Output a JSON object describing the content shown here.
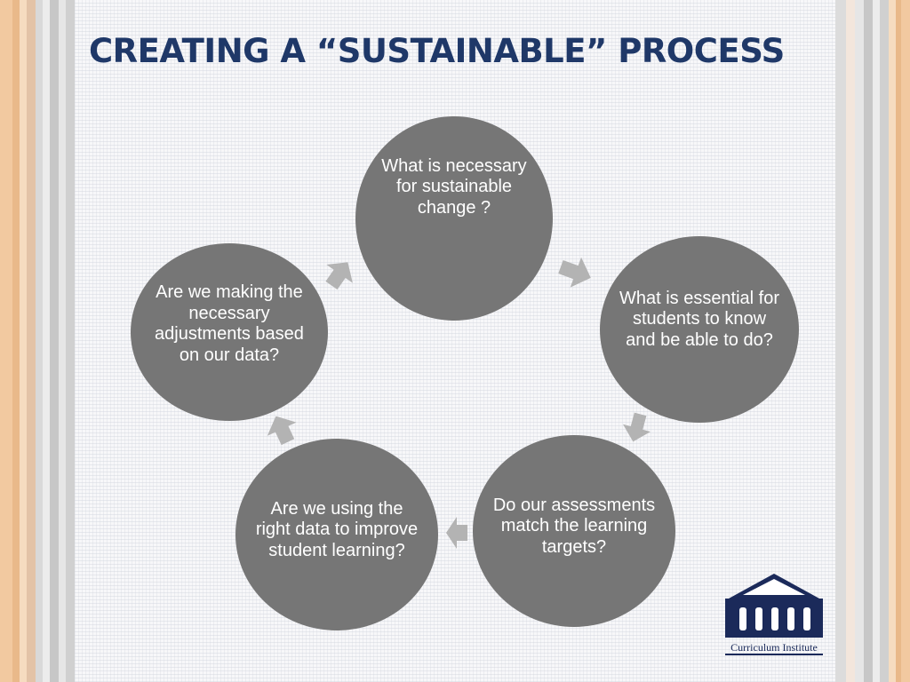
{
  "slide": {
    "title": "CREATING A “SUSTAINABLE” PROCESS"
  },
  "cycle": {
    "steps": [
      "What is necessary for sustainable change ?",
      "What is essential for students to know and be able to do?",
      "Do our assessments match the learning targets?",
      "Are we using the right data to improve student learning?",
      "Are we making the necessary adjustments based on our data?"
    ]
  },
  "logo": {
    "caption": "Curriculum Institute"
  },
  "colors": {
    "title": "#1f3868",
    "circle_fill": "#767676",
    "arrow_fill": "#b3b3b3",
    "logo": "#1b2a5a"
  }
}
